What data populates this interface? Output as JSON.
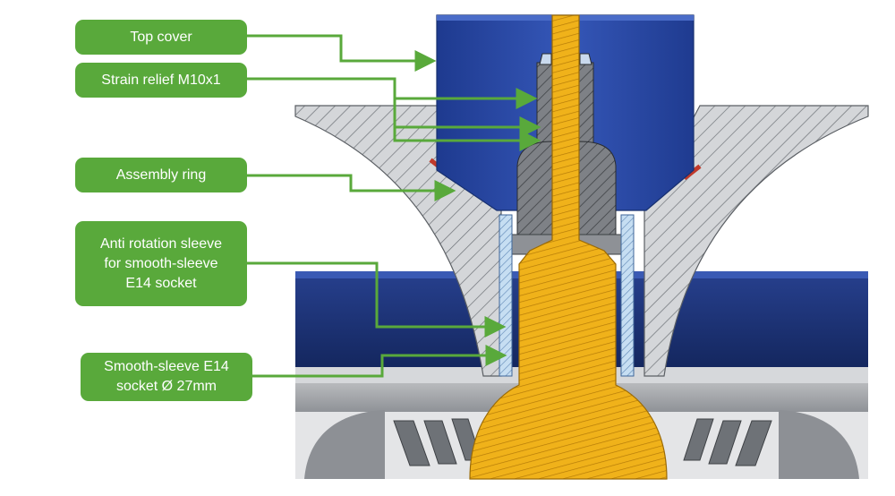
{
  "labels": {
    "top_cover": "Top cover",
    "strain_relief": "Strain relief M10x1",
    "assembly_ring": "Assembly ring",
    "anti_rotation_sleeve": "Anti rotation sleeve\nfor smooth-sleeve\nE14 socket",
    "socket": "Smooth-sleeve E14\nsocket Ø 27mm"
  },
  "colors": {
    "label_bg": "#59a93b",
    "label_text": "#ffffff",
    "arrow": "#59a93b",
    "cover_blue": "#2747a3",
    "socket_yellow": "#f0b21a",
    "sleeve_light_blue": "#b9d7ef",
    "section_grey": "#c7c9cc",
    "ring_red": "#c0392b"
  }
}
